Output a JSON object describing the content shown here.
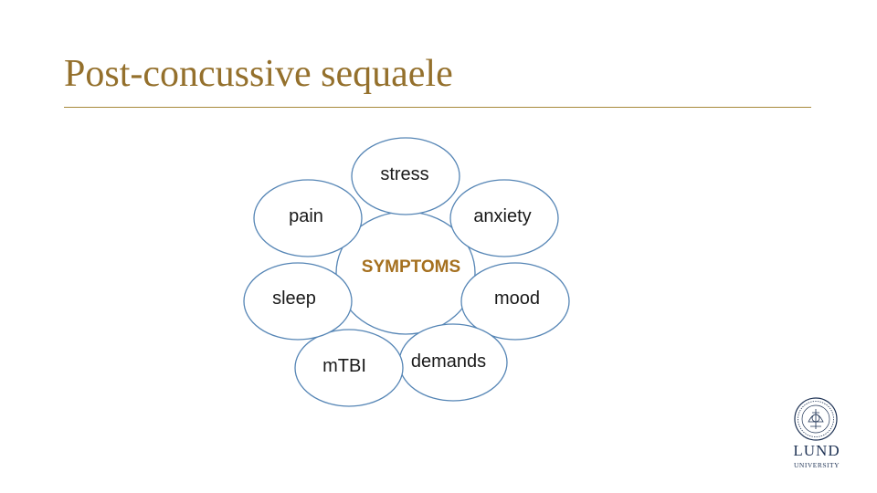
{
  "slide": {
    "title": "Post-concussive sequaele"
  },
  "diagram": {
    "center": "SYMPTOMS",
    "nodes": [
      {
        "id": "stress",
        "label": "stress"
      },
      {
        "id": "anxiety",
        "label": "anxiety"
      },
      {
        "id": "mood",
        "label": "mood"
      },
      {
        "id": "demands",
        "label": "demands"
      },
      {
        "id": "mtbi",
        "label": "mTBI"
      },
      {
        "id": "sleep",
        "label": "sleep"
      },
      {
        "id": "pain",
        "label": "pain"
      }
    ]
  },
  "logo": {
    "line1": "LUND",
    "line2": "UNIVERSITY"
  },
  "colors": {
    "title": "#94702c",
    "center_text": "#a5701f",
    "bubble_stroke": "#5585b5"
  }
}
